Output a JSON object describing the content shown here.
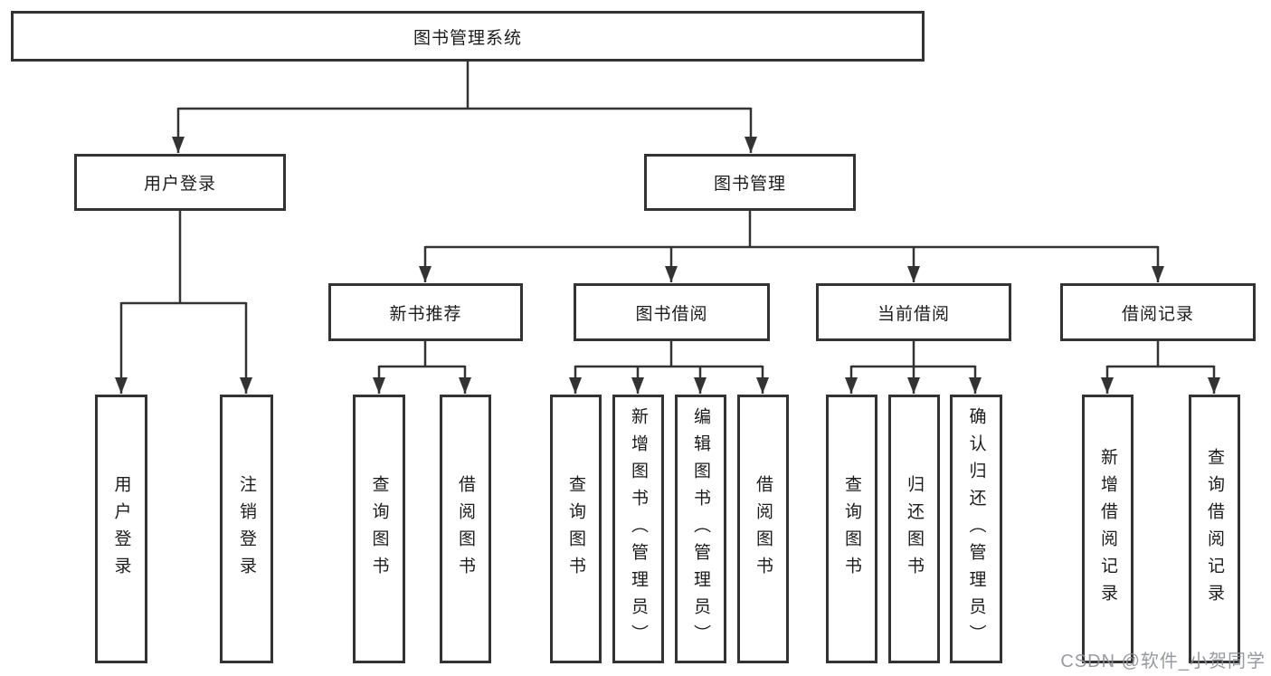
{
  "diagram": {
    "type": "hierarchy-tree",
    "colors": {
      "line": "#333333",
      "box_border": "#333333",
      "box_fill": "#ffffff",
      "text": "#1c1c1c",
      "watermark": "#8c8f96"
    },
    "tree": {
      "root": {
        "label": "图书管理系统"
      },
      "login": {
        "label": "用户登录",
        "children": [
          {
            "label": "用户登录"
          },
          {
            "label": "注销登录"
          }
        ]
      },
      "mgmt": {
        "label": "图书管理",
        "sections": [
          {
            "label": "新书推荐",
            "children": [
              {
                "label": "查询图书"
              },
              {
                "label": "借阅图书"
              }
            ]
          },
          {
            "label": "图书借阅",
            "children": [
              {
                "label": "查询图书"
              },
              {
                "label": "新增图书（管理员）"
              },
              {
                "label": "编辑图书（管理员）"
              },
              {
                "label": "借阅图书"
              }
            ]
          },
          {
            "label": "当前借阅",
            "children": [
              {
                "label": "查询图书"
              },
              {
                "label": "归还图书"
              },
              {
                "label": "确认归还（管理员）"
              }
            ]
          },
          {
            "label": "借阅记录",
            "children": [
              {
                "label": "新增借阅记录"
              },
              {
                "label": "查询借阅记录"
              }
            ]
          }
        ]
      }
    }
  },
  "watermark": {
    "text": "CSDN @软件_小贺同学"
  }
}
